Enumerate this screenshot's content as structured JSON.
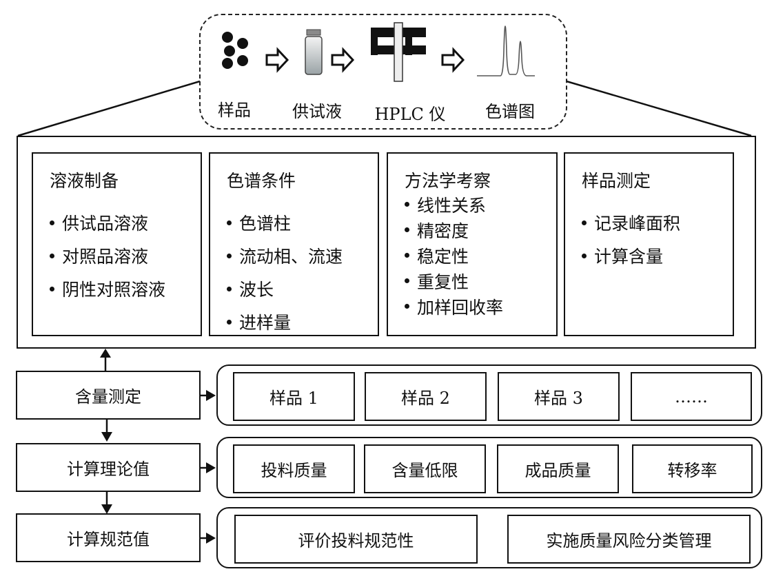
{
  "workflow": {
    "steps": [
      {
        "label": "样品",
        "icon": "sample-dots-icon"
      },
      {
        "label": "供试液",
        "icon": "vial-icon"
      },
      {
        "label": "HPLC 仪",
        "icon": "hplc-instrument-icon"
      },
      {
        "label": "色谱图",
        "icon": "chromatogram-icon"
      }
    ]
  },
  "method_cards": [
    {
      "title": "溶液制备",
      "items": [
        "供试品溶液",
        "对照品溶液",
        "阴性对照溶液"
      ]
    },
    {
      "title": "色谱条件",
      "items": [
        "色谱柱",
        "流动相、流速",
        "波长",
        "进样量"
      ]
    },
    {
      "title": "方法学考察",
      "items": [
        "线性关系",
        "精密度",
        "稳定性",
        "重复性",
        "加样回收率"
      ]
    },
    {
      "title": "样品测定",
      "items": [
        "记录峰面积",
        "计算含量"
      ]
    }
  ],
  "rows": [
    {
      "label": "含量测定",
      "items": [
        "样品 1",
        "样品 2",
        "样品 3",
        "……"
      ]
    },
    {
      "label": "计算理论值",
      "items": [
        "投料质量",
        "含量低限",
        "成品质量",
        "转移率"
      ]
    },
    {
      "label": "计算规范值",
      "items": [
        "评价投料规范性",
        "实施质量风险分类管理"
      ]
    }
  ]
}
